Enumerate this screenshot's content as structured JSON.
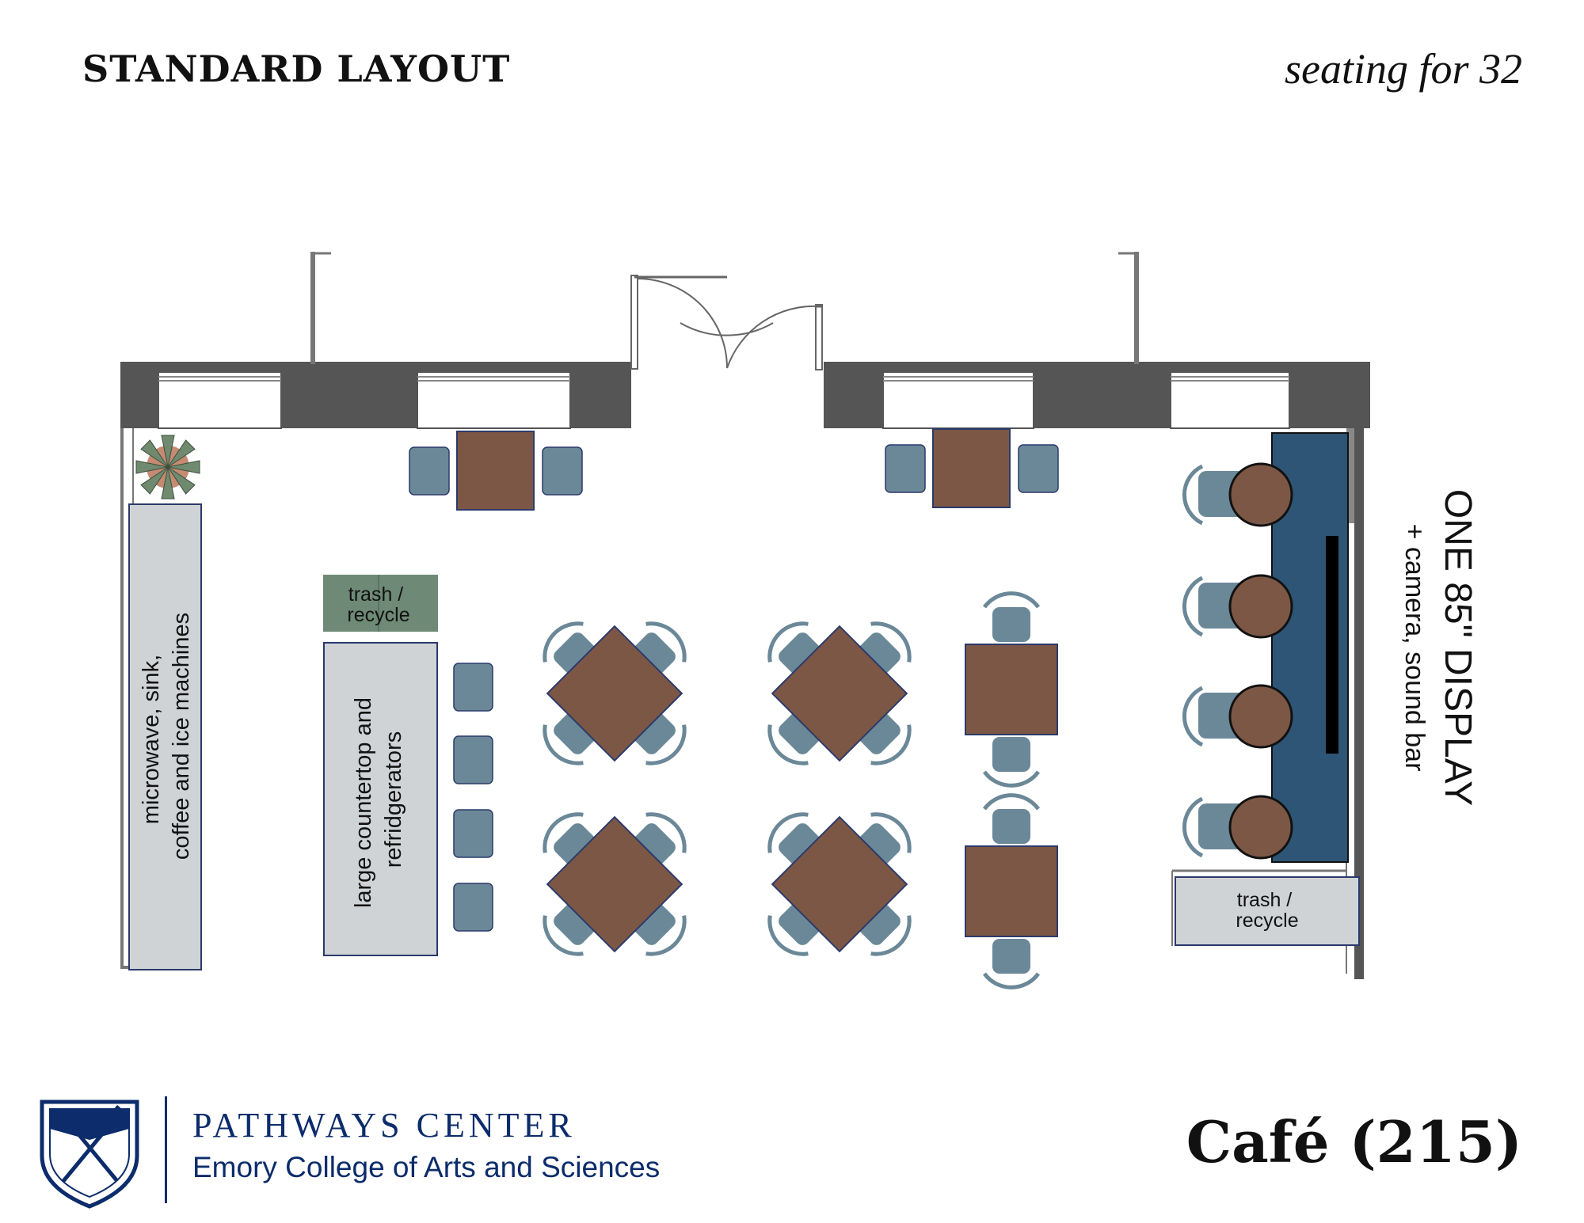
{
  "header": {
    "title": "STANDARD LAYOUT",
    "subtitle": "seating for 32"
  },
  "room": {
    "name": "Café (215)"
  },
  "labels": {
    "kitchenette_line1": "microwave, sink,",
    "kitchenette_line2": "coffee and ice machines",
    "countertop_line1": "large countertop and",
    "countertop_line2": "refridgerators",
    "trash_left_line1": "trash /",
    "trash_left_line2": "recycle",
    "trash_right_line1": "trash /",
    "trash_right_line2": "recycle",
    "display_line1": "ONE 85\" DISPLAY",
    "display_line2": "+ camera, sound bar"
  },
  "branding": {
    "org_name": "PATHWAYS CENTER",
    "org_sub": "Emory College of Arts and Sciences"
  },
  "colors": {
    "wall": "#555555",
    "table": "#7d5745",
    "chair": "#6b8898",
    "chair_dark": "#5f7f90",
    "counter": "#d0d3d6",
    "trash_green": "#6e8a76",
    "display_counter": "#2e5575",
    "navy": "#0c2c6b"
  }
}
